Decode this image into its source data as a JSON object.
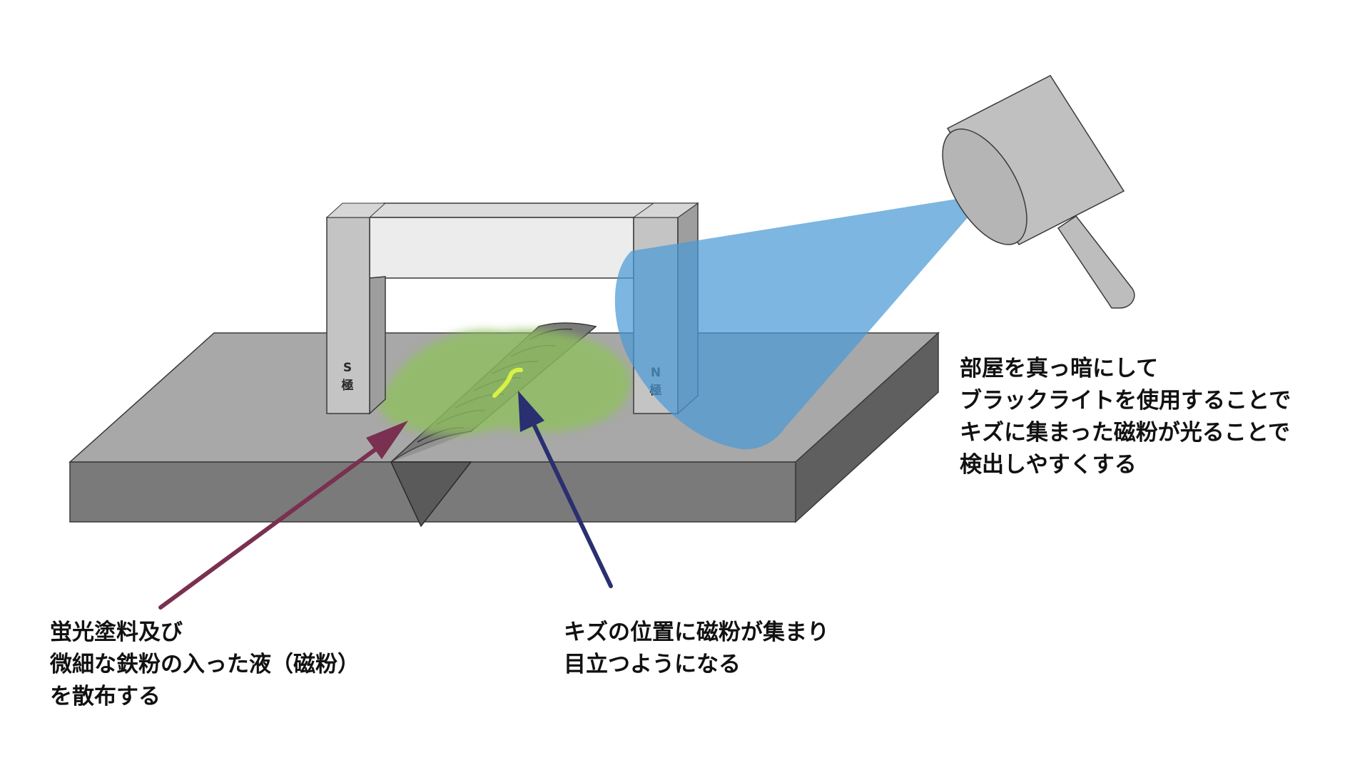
{
  "magnet": {
    "s_pole_label": [
      "S",
      "極"
    ],
    "n_pole_label": [
      "N",
      "極"
    ]
  },
  "captions": {
    "fluid": [
      "蛍光塗料及び",
      "微細な鉄粉の入った液（磁粉）",
      "を散布する"
    ],
    "crack": [
      "キズの位置に磁粉が集まり",
      "目立つようになる"
    ],
    "blacklight": [
      "部屋を真っ暗にして",
      "ブラックライトを使用することで",
      "キズに集まった磁粉が光ることで",
      "検出しやすくする"
    ]
  },
  "colors": {
    "steel_top": "#a8a8a8",
    "steel_front": "#7a7a7a",
    "steel_side": "#5f5f5f",
    "magnet_front": "#c4c4c4",
    "magnet_side": "#9e9e9e",
    "weld_bead": "#808080",
    "powder_green": "#8fbf5f",
    "crack_glow": "#d7f244",
    "uv_light_blue": "#4a9ad6",
    "arrow_fluid": "#7a3050",
    "arrow_crack": "#2a2f70",
    "lamp_body": "#c0c0c0"
  }
}
